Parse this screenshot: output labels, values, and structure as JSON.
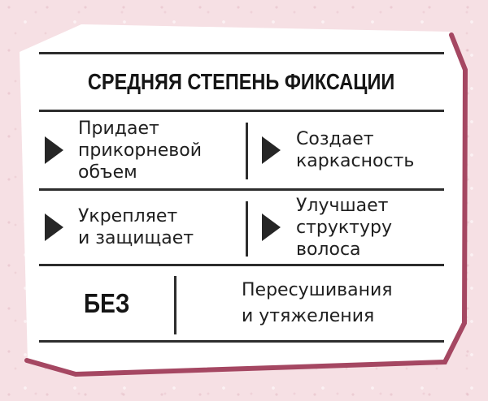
{
  "colors": {
    "background": "#f6e0e4",
    "card_fill": "#ffffff",
    "edge_accent": "#a54762",
    "rule_line": "#2d2d2d",
    "text": "#1f1f1f"
  },
  "card": {
    "title": "СРЕДНЯЯ СТЕПЕНЬ ФИКСАЦИИ",
    "benefits": [
      {
        "text": "Придает\nприкорневой\nобъем"
      },
      {
        "text": "Создает\nкаркасность"
      },
      {
        "text": "Укрепляет\nи защищает"
      },
      {
        "text": "Улучшает\nструктуру\nволоса"
      }
    ],
    "without": {
      "label": "БЕЗ",
      "text": "Пересушивания\nи утяжеления"
    }
  }
}
